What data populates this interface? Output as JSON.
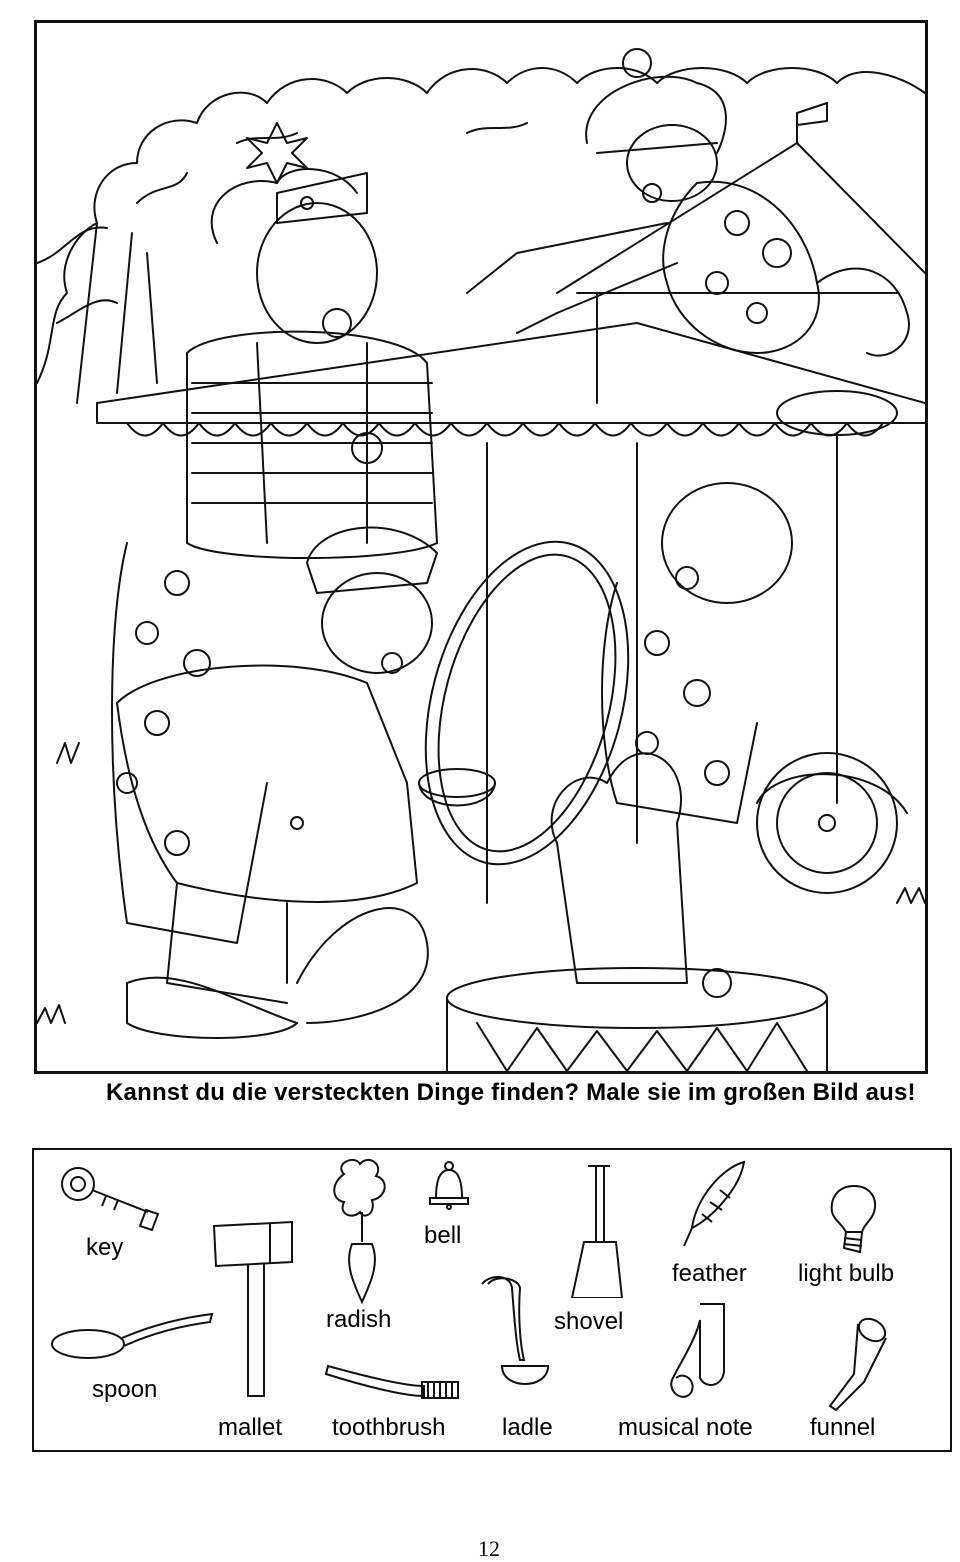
{
  "heading": "Kannst du die versteckten Dinge finden? Male sie im großen Bild aus!",
  "hidden_items": {
    "key": "key",
    "bell": "bell",
    "radish": "radish",
    "shovel": "shovel",
    "feather": "feather",
    "light_bulb": "light bulb",
    "spoon": "spoon",
    "mallet": "mallet",
    "toothbrush": "toothbrush",
    "ladle": "ladle",
    "musical_note": "musical note",
    "funnel": "funnel"
  },
  "page_number": "12"
}
